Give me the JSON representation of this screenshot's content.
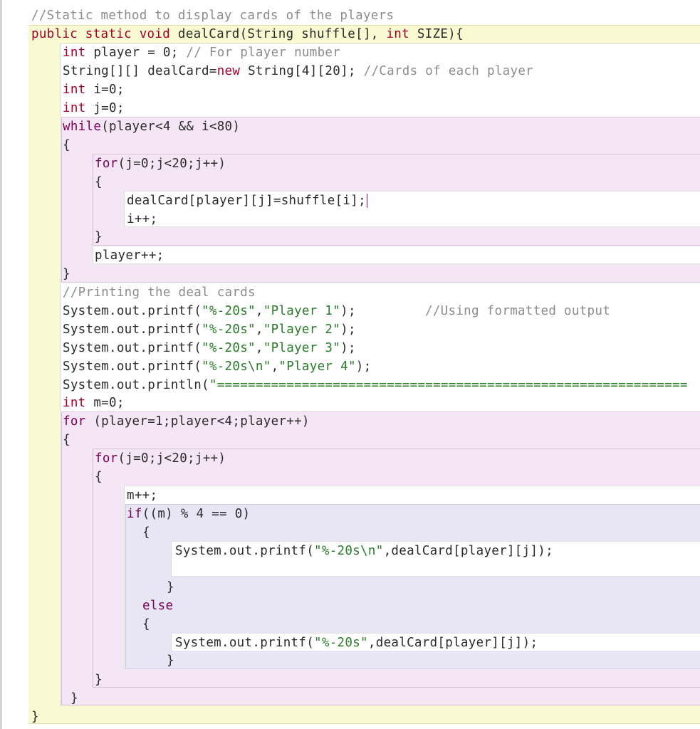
{
  "code": {
    "comment_header": "//Static method to display cards of the players",
    "method_sig": {
      "mod1": "public",
      "mod2": "static",
      "ret": "void",
      "rest1": " dealCard(String shuffle[], ",
      "param_kw": "int",
      "rest2": " SIZE){"
    },
    "l_player": {
      "kw": "int",
      "code": " player = 0; ",
      "comment": "// For player number"
    },
    "l_dealcard": {
      "code": "String[][] dealCard=",
      "kw": "new",
      "code2": " String[4][20]; ",
      "comment": "//Cards of each player"
    },
    "l_i": {
      "kw": "int",
      "code": " i=0;"
    },
    "l_j": {
      "kw": "int",
      "code": " j=0;"
    },
    "l_while": {
      "kw": "while",
      "code": "(player<4 && i<80)"
    },
    "brace_open": "{",
    "brace_close": "}",
    "l_for1": {
      "kw": "for",
      "code": "(j=0;j<20;j++)"
    },
    "l_assign": "dealCard[player][j]=shuffle[i];",
    "l_iinc": "i++;",
    "l_playerinc": "player++;",
    "comment_print": "//Printing the deal cards",
    "printf1": {
      "a": "System.out.printf(",
      "s1": "\"%-20s\"",
      "c": ",",
      "s2": "\"Player 1\"",
      "e": ");"
    },
    "comment_formatted": "//Using formatted output",
    "printf2": {
      "a": "System.out.printf(",
      "s1": "\"%-20s\"",
      "c": ",",
      "s2": "\"Player 2\"",
      "e": ");"
    },
    "printf3": {
      "a": "System.out.printf(",
      "s1": "\"%-20s\"",
      "c": ",",
      "s2": "\"Player 3\"",
      "e": ");"
    },
    "printf4": {
      "a": "System.out.printf(",
      "s1": "\"%-20s\\n\"",
      "c": ",",
      "s2": "\"Player 4\"",
      "e": ");"
    },
    "println": {
      "a": "System.out.println(",
      "s": "\"============================================================="
    },
    "l_m": {
      "kw": "int",
      "code": " m=0;"
    },
    "l_for2": {
      "kw": "for",
      "code": " (player=1;player<4;player++)"
    },
    "l_for3": {
      "kw": "for",
      "code": "(j=0;j<20;j++)"
    },
    "l_minc": "m++;",
    "l_if": {
      "kw": "if",
      "code": "((m) % 4 == 0)"
    },
    "printf5": {
      "a": "System.out.printf(",
      "s": "\"%-20s\\n\"",
      "e": ",dealCard[player][j]);"
    },
    "else_kw": "else",
    "printf6": {
      "a": "System.out.printf(",
      "s": "\"%-20s\"",
      "e": ",dealCard[player][j]);"
    }
  }
}
